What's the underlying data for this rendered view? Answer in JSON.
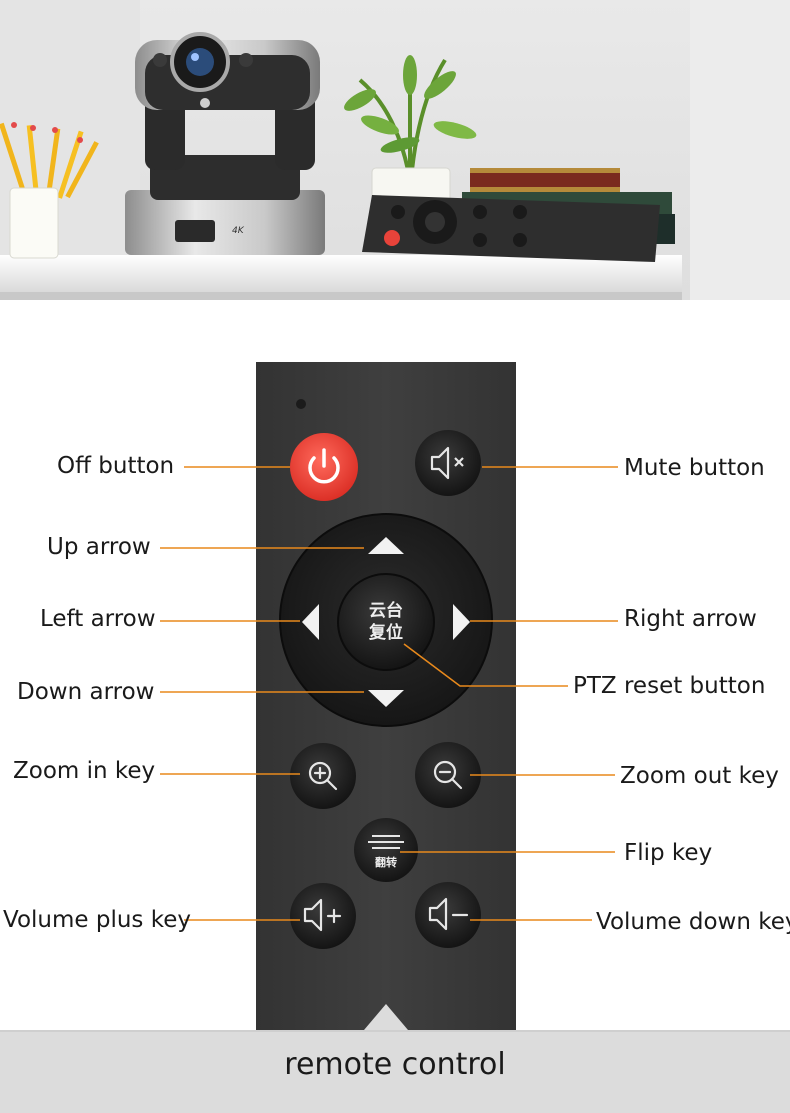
{
  "labels": {
    "off": "Off button",
    "mute": "Mute button",
    "up": "Up arrow",
    "left": "Left arrow",
    "right": "Right arrow",
    "ptz": "PTZ reset button",
    "down": "Down arrow",
    "zoom_in": "Zoom in key",
    "zoom_out": "Zoom out key",
    "flip": "Flip key",
    "vol_plus": "Volume plus key",
    "vol_down": "Volume down key"
  },
  "remote": {
    "center_line1": "云台",
    "center_line2": "复位",
    "flip_text": "翻转"
  },
  "camera": {
    "badge": "4K"
  },
  "footer": {
    "title": "remote control"
  },
  "colors": {
    "remote_body": "#3a3a3a",
    "button": "#1e1e1e",
    "power": "#f0433a",
    "leader_line": "#e8891c",
    "footer_bg": "#dcdcdc"
  }
}
